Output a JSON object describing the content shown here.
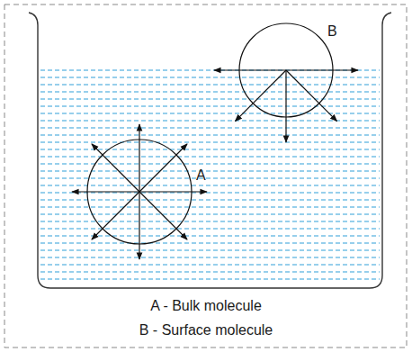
{
  "diagram": {
    "labels": [
      "B",
      "A",
      "A - Bulk molecule",
      "B - Surface molecule"
    ]
  }
}
